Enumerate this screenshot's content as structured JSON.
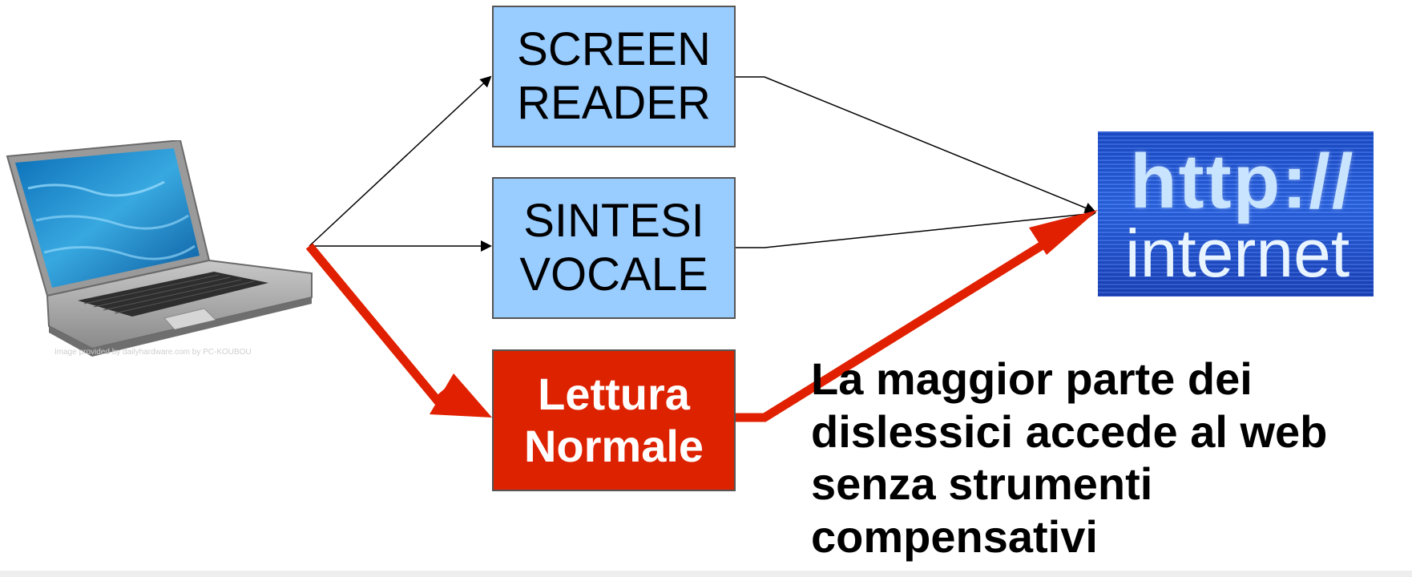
{
  "boxes": {
    "screen_reader": {
      "line1": "SCREEN",
      "line2": "READER"
    },
    "sintesi_vocale": {
      "line1": "SINTESI",
      "line2": "VOCALE"
    },
    "lettura_normale": {
      "line1": "Lettura",
      "line2": "Normale"
    }
  },
  "laptop": {
    "icon": "laptop-icon",
    "caption": "Image provided by dailyhardware.com by PC-KOUBOU"
  },
  "internet": {
    "icon": "internet-icon",
    "http_text": "http://",
    "word": "internet"
  },
  "note": {
    "lines": [
      "La maggior parte dei",
      "dislessici accede al web",
      "senza strumenti",
      "compensativi"
    ]
  },
  "colors": {
    "box_blue": "#99ccff",
    "box_red": "#dd2200",
    "highlight_arrow": "#e02000",
    "thin_arrow": "#000000"
  }
}
